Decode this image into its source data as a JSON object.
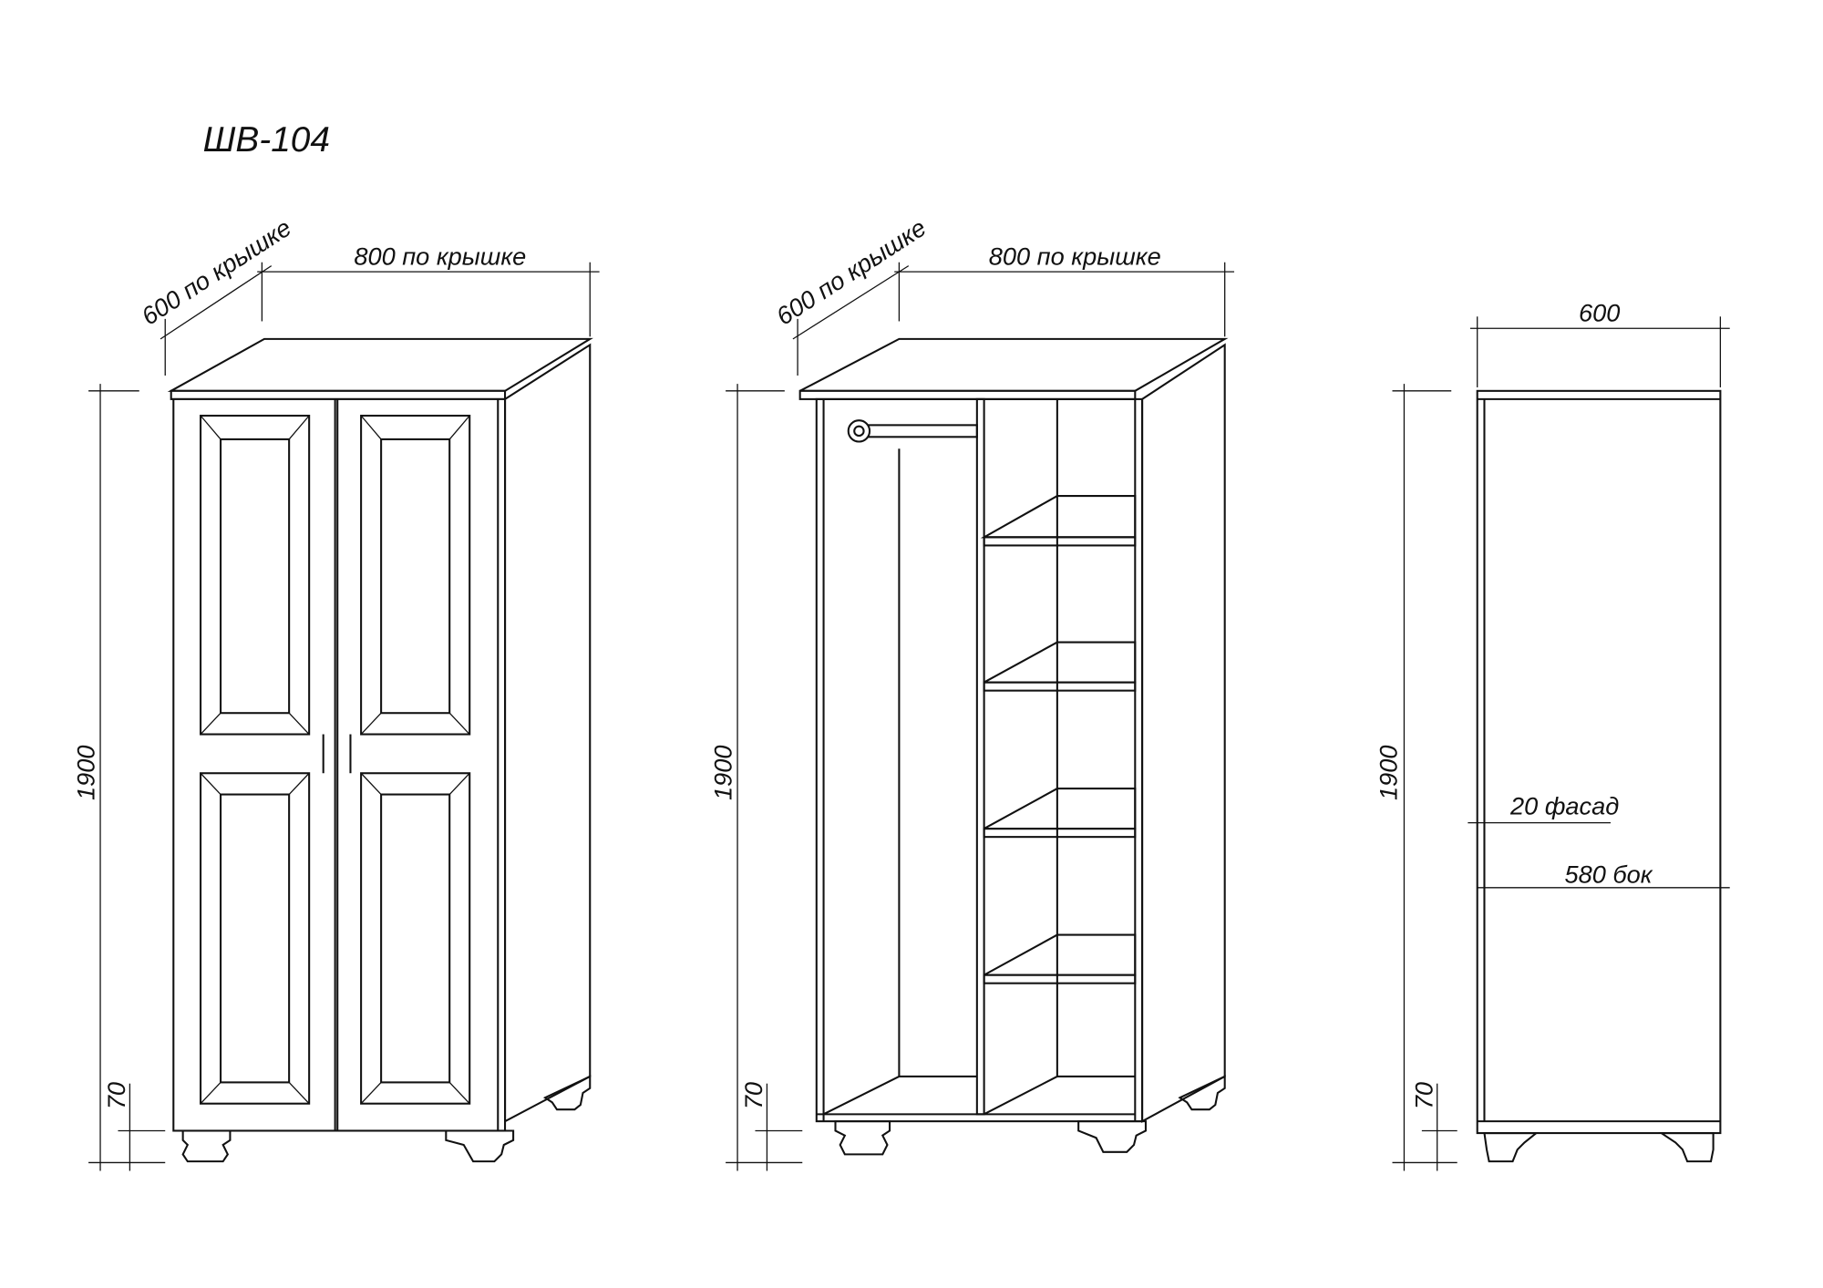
{
  "title": "ШВ-104",
  "views": {
    "front_closed": {
      "depth_label": "600 по крышке",
      "width_label": "800 по крышке",
      "height_label": "1900",
      "leg_label": "70"
    },
    "front_open": {
      "depth_label": "600 по крышке",
      "width_label": "800 по крышке",
      "height_label": "1900",
      "leg_label": "70"
    },
    "side": {
      "width_label": "600",
      "height_label": "1900",
      "leg_label": "70",
      "facade_label": "20 фасад",
      "side_label": "580 бок"
    }
  },
  "colors": {
    "line": "#111111",
    "background": "#ffffff"
  }
}
